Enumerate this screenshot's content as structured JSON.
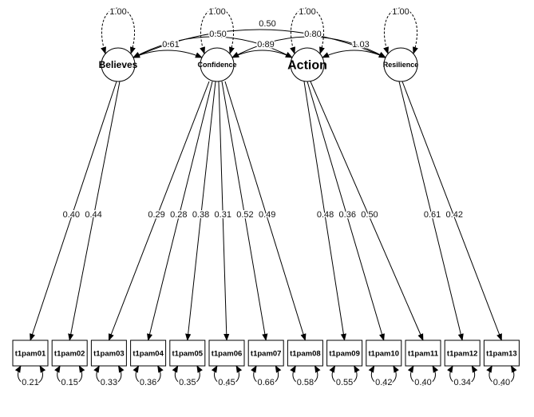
{
  "diagram": {
    "latents": [
      {
        "id": "believes",
        "label": "Believes",
        "variance": "1.00"
      },
      {
        "id": "confidence",
        "label": "Confidence",
        "variance": "1.00"
      },
      {
        "id": "action",
        "label": "Action",
        "variance": "1.00"
      },
      {
        "id": "resilience",
        "label": "Resilience",
        "variance": "1.00"
      }
    ],
    "covariances": [
      {
        "from": "believes",
        "to": "confidence",
        "value": "0.61"
      },
      {
        "from": "believes",
        "to": "action",
        "value": "0.50"
      },
      {
        "from": "believes",
        "to": "resilience",
        "value": "0.50"
      },
      {
        "from": "confidence",
        "to": "action",
        "value": "0.89"
      },
      {
        "from": "confidence",
        "to": "resilience",
        "value": "0.80"
      },
      {
        "from": "action",
        "to": "resilience",
        "value": "1.03"
      }
    ],
    "observed": [
      {
        "id": "t1pam01",
        "label": "t1pam01",
        "factor": "believes",
        "loading": "0.40",
        "residual": "0.21"
      },
      {
        "id": "t1pam02",
        "label": "t1pam02",
        "factor": "believes",
        "loading": "0.44",
        "residual": "0.15"
      },
      {
        "id": "t1pam03",
        "label": "t1pam03",
        "factor": "confidence",
        "loading": "0.29",
        "residual": "0.33"
      },
      {
        "id": "t1pam04",
        "label": "t1pam04",
        "factor": "confidence",
        "loading": "0.28",
        "residual": "0.36"
      },
      {
        "id": "t1pam05",
        "label": "t1pam05",
        "factor": "confidence",
        "loading": "0.38",
        "residual": "0.35"
      },
      {
        "id": "t1pam06",
        "label": "t1pam06",
        "factor": "confidence",
        "loading": "0.31",
        "residual": "0.45"
      },
      {
        "id": "t1pam07",
        "label": "t1pam07",
        "factor": "confidence",
        "loading": "0.52",
        "residual": "0.66"
      },
      {
        "id": "t1pam08",
        "label": "t1pam08",
        "factor": "confidence",
        "loading": "0.49",
        "residual": "0.58"
      },
      {
        "id": "t1pam09",
        "label": "t1pam09",
        "factor": "action",
        "loading": "0.48",
        "residual": "0.55"
      },
      {
        "id": "t1pam10",
        "label": "t1pam10",
        "factor": "action",
        "loading": "0.36",
        "residual": "0.42"
      },
      {
        "id": "t1pam11",
        "label": "t1pam11",
        "factor": "action",
        "loading": "0.50",
        "residual": "0.40"
      },
      {
        "id": "t1pam12",
        "label": "t1pam12",
        "factor": "resilience",
        "loading": "0.61",
        "residual": "0.34"
      },
      {
        "id": "t1pam13",
        "label": "t1pam13",
        "factor": "resilience",
        "loading": "0.42",
        "residual": "0.40"
      }
    ]
  }
}
